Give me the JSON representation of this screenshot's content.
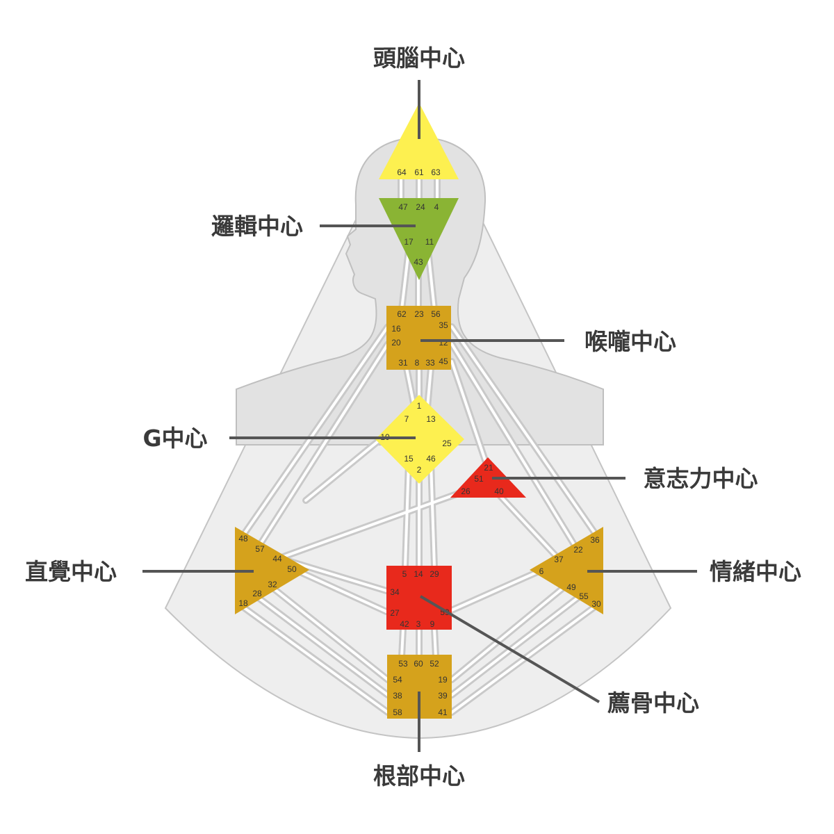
{
  "colors": {
    "yellow": "#fdf050",
    "green": "#8ab434",
    "gold": "#d5a21c",
    "red": "#e8291c",
    "leader": "#555555",
    "body": "#eeeeee",
    "bodyStroke": "#bdbdbd"
  },
  "centers": {
    "head": {
      "label": "頭腦中心",
      "color": "yellow",
      "gates": [
        "64",
        "61",
        "63"
      ]
    },
    "ajna": {
      "label": "邏輯中心",
      "color": "green",
      "gates": [
        "47",
        "24",
        "4",
        "17",
        "11",
        "43"
      ]
    },
    "throat": {
      "label": "喉嚨中心",
      "color": "gold",
      "gates": [
        "62",
        "23",
        "56",
        "16",
        "35",
        "20",
        "12",
        "31",
        "8",
        "33",
        "45"
      ]
    },
    "g": {
      "label": "G中心",
      "color": "yellow",
      "gates": [
        "1",
        "7",
        "13",
        "10",
        "25",
        "15",
        "46",
        "2"
      ]
    },
    "ego": {
      "label": "意志力中心",
      "color": "red",
      "gates": [
        "21",
        "51",
        "26",
        "40"
      ]
    },
    "spleen": {
      "label": "直覺中心",
      "color": "gold",
      "gates": [
        "48",
        "57",
        "44",
        "50",
        "32",
        "28",
        "18"
      ]
    },
    "sacral": {
      "label": "薦骨中心",
      "color": "red",
      "gates": [
        "5",
        "14",
        "29",
        "34",
        "27",
        "59",
        "42",
        "3",
        "9"
      ]
    },
    "solarPlexus": {
      "label": "情緒中心",
      "color": "gold",
      "gates": [
        "36",
        "22",
        "37",
        "6",
        "49",
        "55",
        "30"
      ]
    },
    "root": {
      "label": "根部中心",
      "color": "gold",
      "gates": [
        "53",
        "60",
        "52",
        "54",
        "19",
        "38",
        "39",
        "58",
        "41"
      ]
    }
  }
}
